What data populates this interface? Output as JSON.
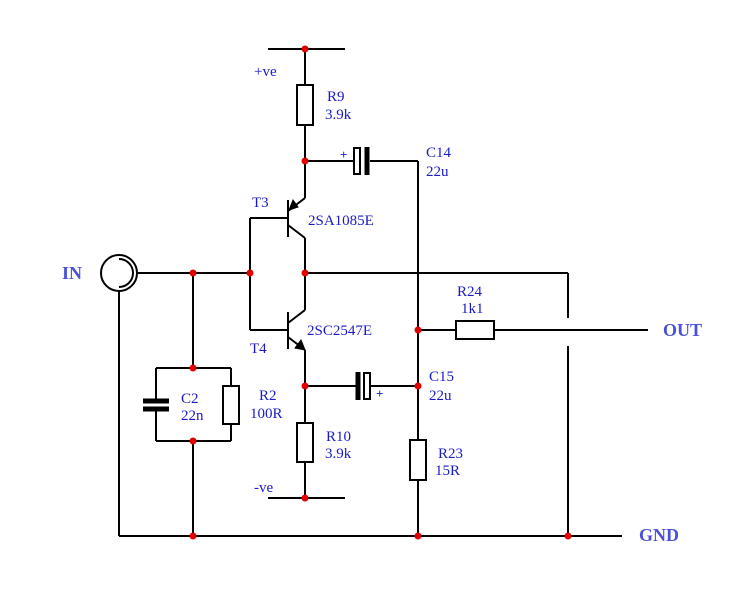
{
  "rails": {
    "positive": "+ve",
    "negative": "-ve"
  },
  "ports": {
    "input": "IN",
    "output": "OUT",
    "ground": "GND"
  },
  "components": {
    "R9": {
      "ref": "R9",
      "value": "3.9k"
    },
    "R10": {
      "ref": "R10",
      "value": "3.9k"
    },
    "R2": {
      "ref": "R2",
      "value": "100R"
    },
    "R23": {
      "ref": "R23",
      "value": "15R"
    },
    "R24": {
      "ref": "R24",
      "value": "1k1"
    },
    "C2": {
      "ref": "C2",
      "value": "22n"
    },
    "C14": {
      "ref": "C14",
      "value": "22u",
      "polarity": "+"
    },
    "C15": {
      "ref": "C15",
      "value": "22u",
      "polarity": "+"
    },
    "T3": {
      "ref": "T3",
      "part": "2SA1085E"
    },
    "T4": {
      "ref": "T4",
      "part": "2SC2547E"
    }
  },
  "colors": {
    "wire": "#000000",
    "junction": "#e00000",
    "label": "#1a1ac8",
    "port": "#4a50d8"
  }
}
